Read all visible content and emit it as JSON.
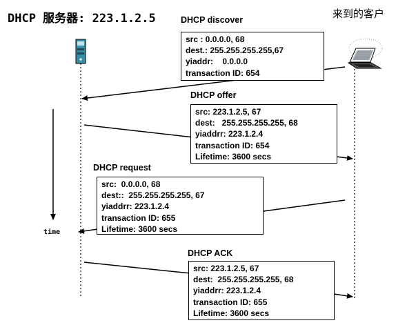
{
  "server": {
    "title": "DHCP 服务器: 223.1.2.5"
  },
  "client": {
    "title": "来到的客户"
  },
  "time_label": "time",
  "messages": {
    "discover": {
      "title": "DHCP discover",
      "lines": [
        "src : 0.0.0.0, 68",
        "dest.: 255.255.255.255,67",
        "yiaddr:    0.0.0.0",
        "transaction ID: 654"
      ]
    },
    "offer": {
      "title": "DHCP offer",
      "lines": [
        "src: 223.1.2.5, 67",
        "dest:   255.255.255.255, 68",
        "yiaddrr: 223.1.2.4",
        "transaction ID: 654",
        "Lifetime: 3600 secs"
      ]
    },
    "request": {
      "title": "DHCP request",
      "lines": [
        "src:  0.0.0.0, 68",
        "dest::  255.255.255.255, 67",
        "yiaddrr: 223.1.2.4",
        "transaction ID: 655",
        "Lifetime: 3600 secs"
      ]
    },
    "ack": {
      "title": "DHCP ACK",
      "lines": [
        "src: 223.1.2.5, 67",
        "dest:  255.255.255.255, 68",
        "yiaddrr: 223.1.2.4",
        "transaction ID: 655",
        "Lifetime: 3600 secs"
      ]
    }
  }
}
